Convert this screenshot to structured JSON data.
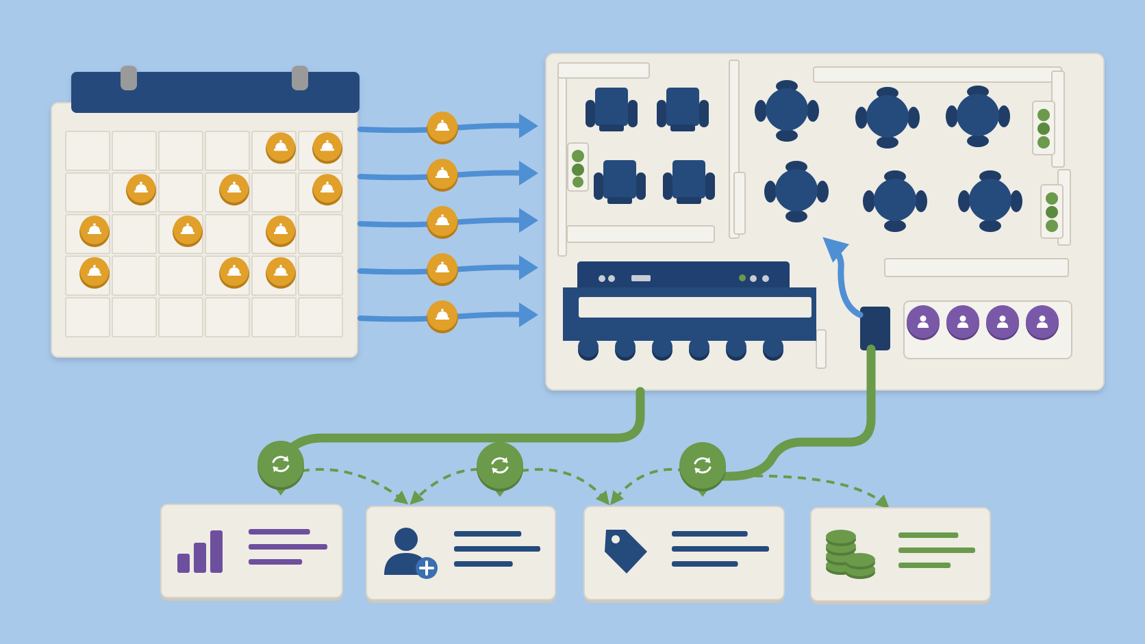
{
  "colors": {
    "background": "#a9c9ea",
    "panel": "#efece4",
    "panel_edge": "#d9d4c9",
    "navy": "#254a7c",
    "blue_arrow": "#4f8fd4",
    "reservation_gold": "#e0a02a",
    "queue_purple": "#7a58a8",
    "sync_green": "#6a9a4a",
    "flow_green": "#6a9a4a",
    "report_purple": "#6e4f9e",
    "money_green": "#6a9a4a"
  },
  "calendar": {
    "rows": 5,
    "cols": 6,
    "reservations": [
      {
        "row": 0,
        "col": 4
      },
      {
        "row": 0,
        "col": 5
      },
      {
        "row": 1,
        "col": 1
      },
      {
        "row": 1,
        "col": 3
      },
      {
        "row": 1,
        "col": 5
      },
      {
        "row": 2,
        "col": 0
      },
      {
        "row": 2,
        "col": 2
      },
      {
        "row": 2,
        "col": 4
      },
      {
        "row": 3,
        "col": 0
      },
      {
        "row": 3,
        "col": 3
      },
      {
        "row": 3,
        "col": 4
      }
    ],
    "icon": "service-bell-icon"
  },
  "booking_flows": {
    "count": 5,
    "token_icon": "service-bell-icon",
    "direction": "calendar-to-floor-plan"
  },
  "floor_plan": {
    "square_tables": 4,
    "round_tables": 6,
    "bar_stools": 6,
    "plants": 3,
    "waitlist_guests": 4,
    "waitlist_icon": "person-icon",
    "host_stand_icon": "host-stand-icon"
  },
  "sync_nodes": [
    {
      "icon": "sync-icon"
    },
    {
      "icon": "sync-icon"
    },
    {
      "icon": "sync-icon"
    }
  ],
  "outputs": [
    {
      "icon": "bar-chart-icon",
      "accent": "#6e4f9e"
    },
    {
      "icon": "add-user-icon",
      "accent": "#254a7c"
    },
    {
      "icon": "price-tag-icon",
      "accent": "#254a7c"
    },
    {
      "icon": "coin-stack-icon",
      "accent": "#6a9a4a"
    }
  ]
}
